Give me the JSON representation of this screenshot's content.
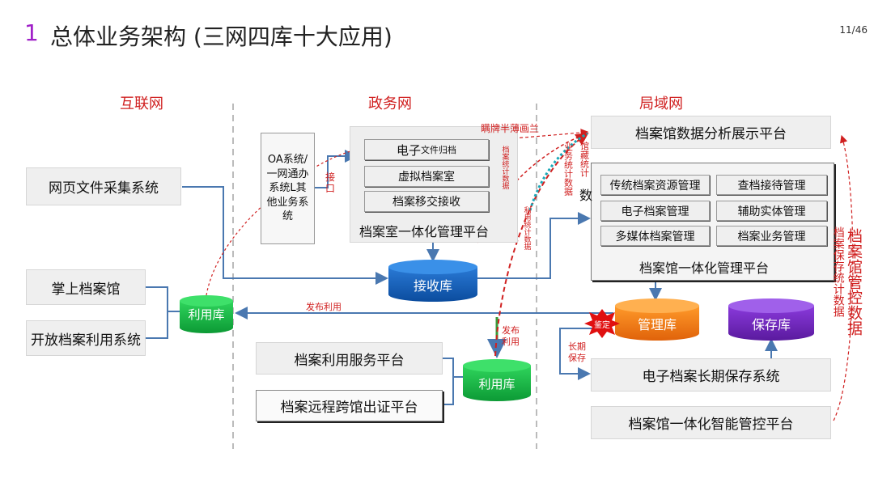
{
  "header": {
    "number": "1",
    "title": "总体业务架构 (三网四库十大应用)",
    "page": "11/46"
  },
  "zones": {
    "internet": "互联网",
    "gov": "政务网",
    "lan": "局域网"
  },
  "left": {
    "web_collect": "网页文件采集系统",
    "mobile_archive": "掌上档案馆",
    "open_archive": "开放档案利用系统",
    "use_db": "利用库"
  },
  "gov": {
    "oa_system": "OA系统/一网通办系统L其他业务系统",
    "interface": "接口",
    "e_archive_pre": "电子",
    "e_archive_small": "文件归档",
    "virtual_room": "虚拟档案室",
    "transfer": "档案移交接收",
    "room_platform": "档案室一体化管理平台",
    "receive_db": "接收库",
    "use_service": "档案利用服务平台",
    "remote_cert": "档案远程跨馆出证平台",
    "use_db2": "利用库"
  },
  "lan": {
    "analysis": "档案馆数据分析展示平台",
    "traditional": "传统档案资源管理",
    "reception": "查档接待管理",
    "electronic": "电子档案管理",
    "entity": "辅助实体管理",
    "multimedia": "多媒体档案管理",
    "business": "档案业务管理",
    "hall_platform": "档案馆一体化管理平台",
    "manage_db": "管理库",
    "preserve_db": "保存库",
    "long_term": "电子档案长期保存系统",
    "smart_control": "档案馆一体化智能管控平台",
    "appraise": "鉴定"
  },
  "labels": {
    "publish_use": "发布利用",
    "publish_use_v": "发布利用",
    "long_save": "长期保存",
    "garbled": "瞒牌半薄画兰",
    "biz_stat": "业务统计数据",
    "use_stat": "利用统计数据",
    "arch_stat": "档案统计数据",
    "hall_data": "馆藏统计",
    "shu": "数",
    "hall_ctrl_big": "档案馆管控数据",
    "hall_ctrl_small": "档案保存统计数据"
  }
}
